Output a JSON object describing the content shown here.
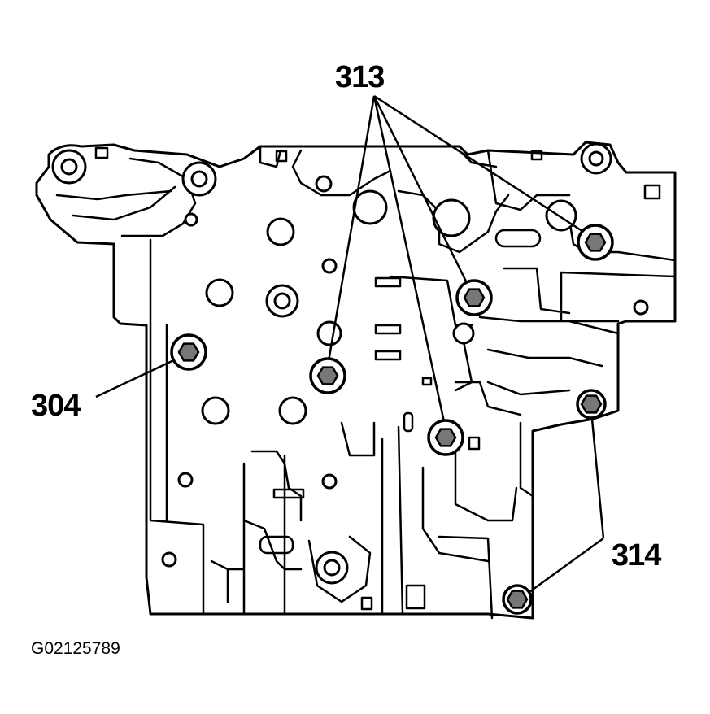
{
  "callouts": {
    "upper": "313",
    "left": "304",
    "right": "314"
  },
  "figure_id": "G02125789",
  "icons": {
    "bolt": "hex-bolt-icon"
  }
}
